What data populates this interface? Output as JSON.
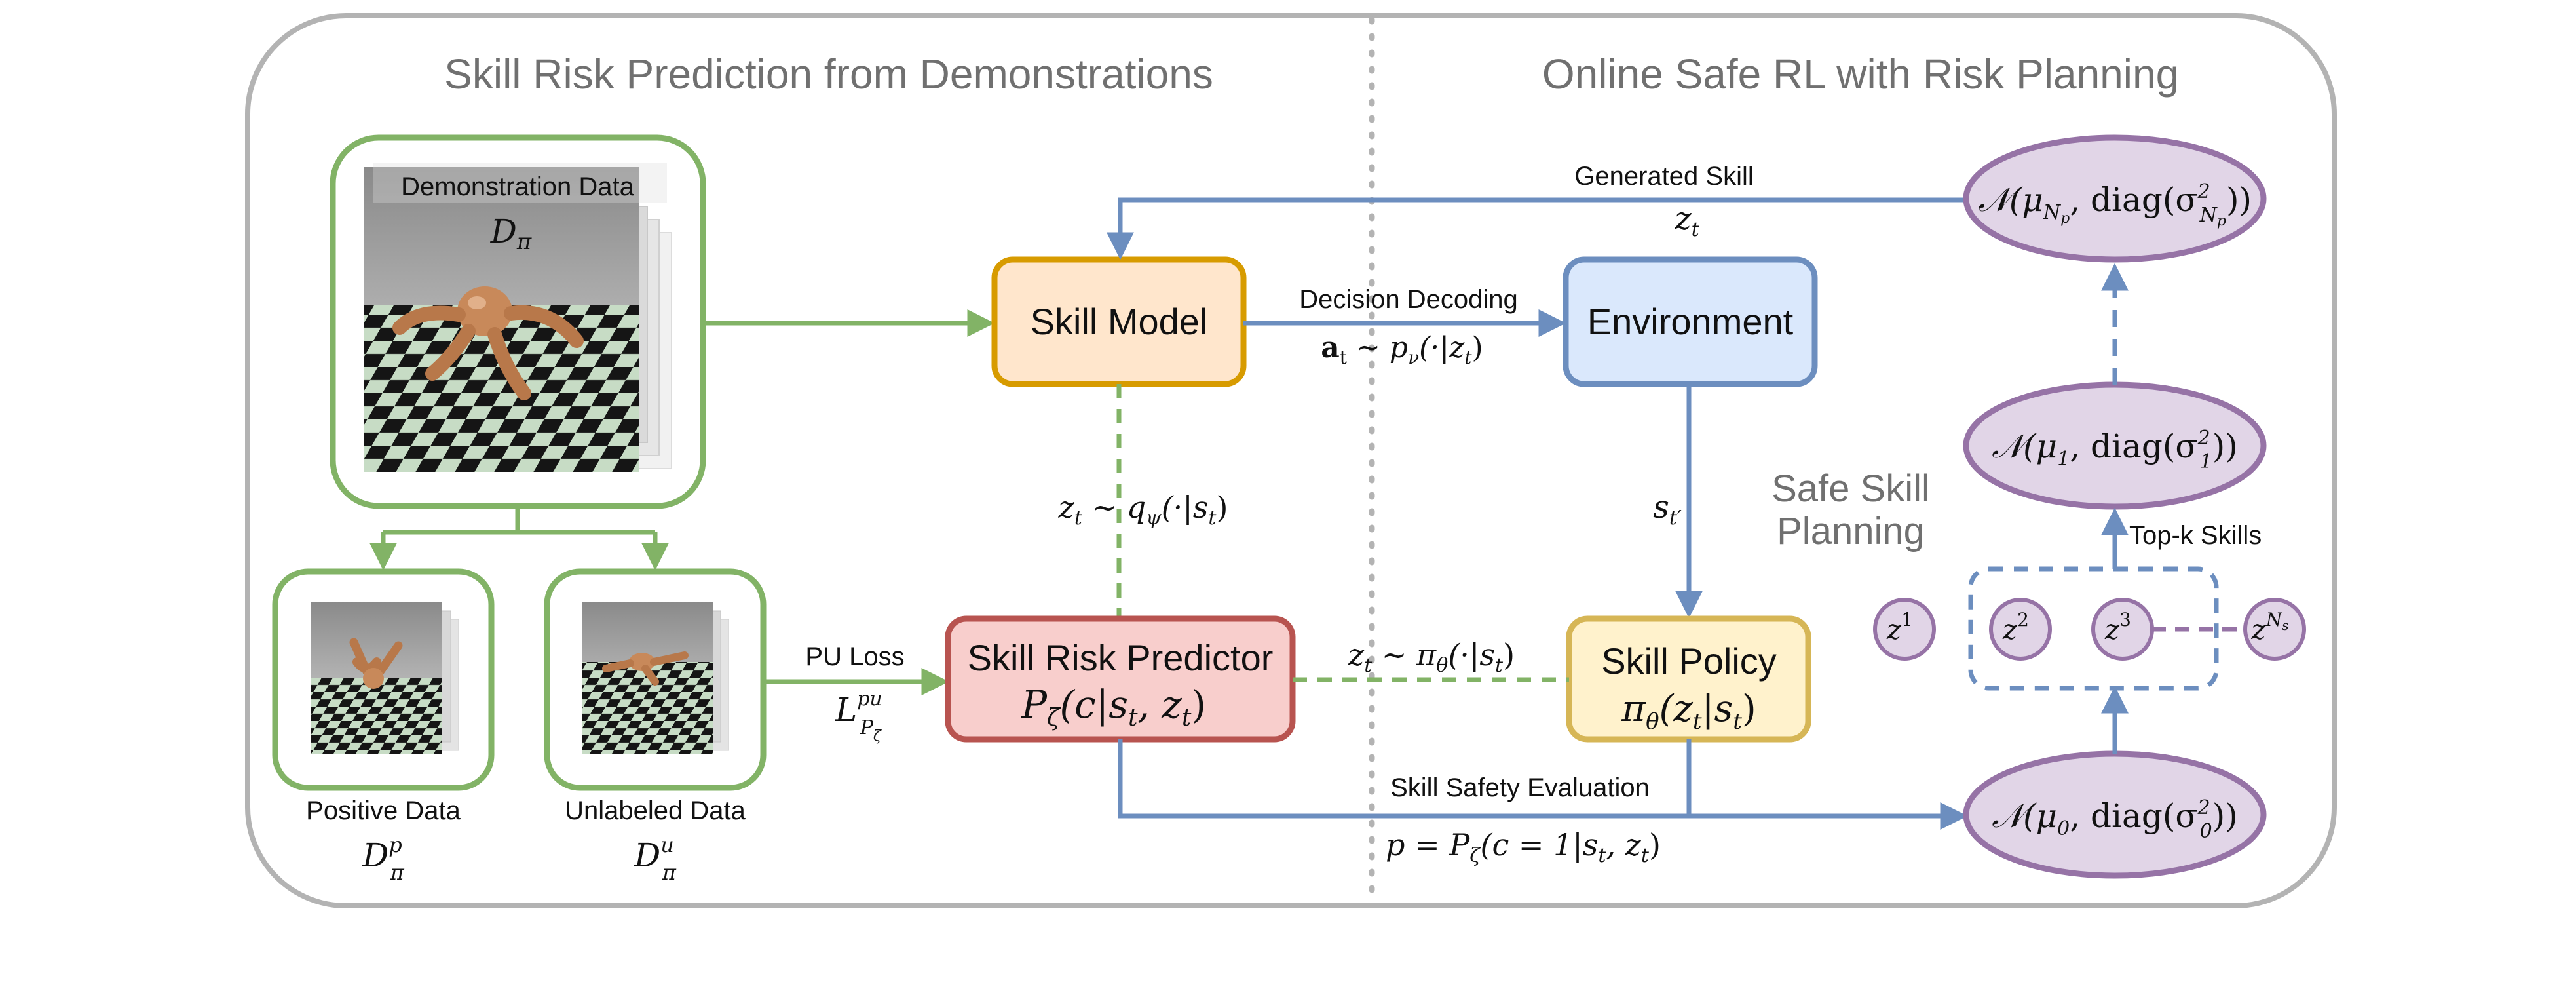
{
  "titles": {
    "left": "Skill Risk Prediction from Demonstrations",
    "right": "Online Safe RL with Risk Planning"
  },
  "demo": {
    "label": "Demonstration Data",
    "symbol": "D",
    "symbol_sub": "π"
  },
  "positive": {
    "label": "Positive Data",
    "symbol": "D",
    "symbol_sup": "p",
    "symbol_sub": "π"
  },
  "unlabeled": {
    "label": "Unlabeled Data",
    "symbol": "D",
    "symbol_sup": "u",
    "symbol_sub": "π"
  },
  "pu": {
    "label": "PU Loss",
    "symbol": "L",
    "symbol_sup": "pu",
    "symbol_sub": "P",
    "symbol_subsub": "ζ"
  },
  "skill_model": {
    "label": "Skill Model"
  },
  "environment": {
    "label": "Environment"
  },
  "risk_predictor": {
    "label": "Skill Risk Predictor",
    "formula": "P",
    "formula_sub": "ζ",
    "formula_args": "(c|s",
    "formula_args_sub": "t",
    "formula_args_end": ", z",
    "formula_args_sub2": "t",
    "formula_close": ")"
  },
  "skill_policy": {
    "label": "Skill Policy",
    "formula": "π",
    "formula_sub": "θ",
    "formula_args": "(z",
    "formula_args_sub": "t",
    "formula_mid": "|s",
    "formula_mid_sub": "t",
    "formula_close": ")"
  },
  "arrows": {
    "decision": "Decision Decoding",
    "decision_formula_a": "a",
    "decision_formula_a_sub": "t",
    "decision_formula_rest": " ∼ p",
    "decision_formula_p_sub": "ν",
    "decision_formula_args": "(·|z",
    "decision_formula_args_sub": "t",
    "decision_formula_close": ")",
    "generated": "Generated Skill",
    "generated_z": "z",
    "generated_z_sub": "t",
    "q_z": "z",
    "q_z_sub": "t",
    "q_rest": " ∼ q",
    "q_sub": "ψ",
    "q_args": "(·|s",
    "q_args_sub": "t",
    "q_close": ")",
    "pi_z": "z",
    "pi_z_sub": "t",
    "pi_rest": " ∼ π",
    "pi_sub": "θ",
    "pi_args": "(·|s",
    "pi_args_sub": "t",
    "pi_close": ")",
    "s_prime": "s",
    "s_prime_sub": "t′",
    "safety_eval": "Skill Safety Evaluation",
    "p_formula": "p = P",
    "p_formula_sub": "ζ",
    "p_formula_args": "(c = 1|s",
    "p_formula_args_sub": "t",
    "p_formula_mid": ", z",
    "p_formula_mid_sub": "t",
    "p_formula_close": ")"
  },
  "planning": {
    "line1": "Safe Skill",
    "line2": "Planning",
    "topk": "Top-k Skills"
  },
  "gaussians": {
    "top": {
      "pre": "𝒩(μ",
      "mu_sub": "N",
      "mu_subsub": "p",
      "mid": ", diag(σ",
      "sig_sup": "2",
      "sig_sub": "N",
      "sig_subsub": "p",
      "close": "))"
    },
    "middle": {
      "pre": "𝒩(μ",
      "mu_sub": "1",
      "mid": ", diag(σ",
      "sig_sup": "2",
      "sig_sub": "1",
      "close": "))"
    },
    "bottom": {
      "pre": "𝒩(μ",
      "mu_sub": "0",
      "mid": ", diag(σ",
      "sig_sup": "2",
      "sig_sub": "0",
      "close": "))"
    }
  },
  "samples": [
    {
      "base": "z",
      "sup": "1"
    },
    {
      "base": "z",
      "sup": "2"
    },
    {
      "base": "z",
      "sup": "3"
    },
    {
      "base": "z",
      "sup": "N",
      "supsub": "s"
    }
  ],
  "colors": {
    "green": "#82b366",
    "blue": "#6c8ebf",
    "orange_fill": "#ffe6cc",
    "orange_stroke": "#d79b00",
    "env_fill": "#dae8fc",
    "red_fill": "#f8cecc",
    "red_stroke": "#b85450",
    "yellow_fill": "#fff2cc",
    "yellow_stroke": "#d6b656",
    "purple_fill": "#e1d5e7",
    "purple_stroke": "#9673a6",
    "frame": "#b3b3b3"
  }
}
